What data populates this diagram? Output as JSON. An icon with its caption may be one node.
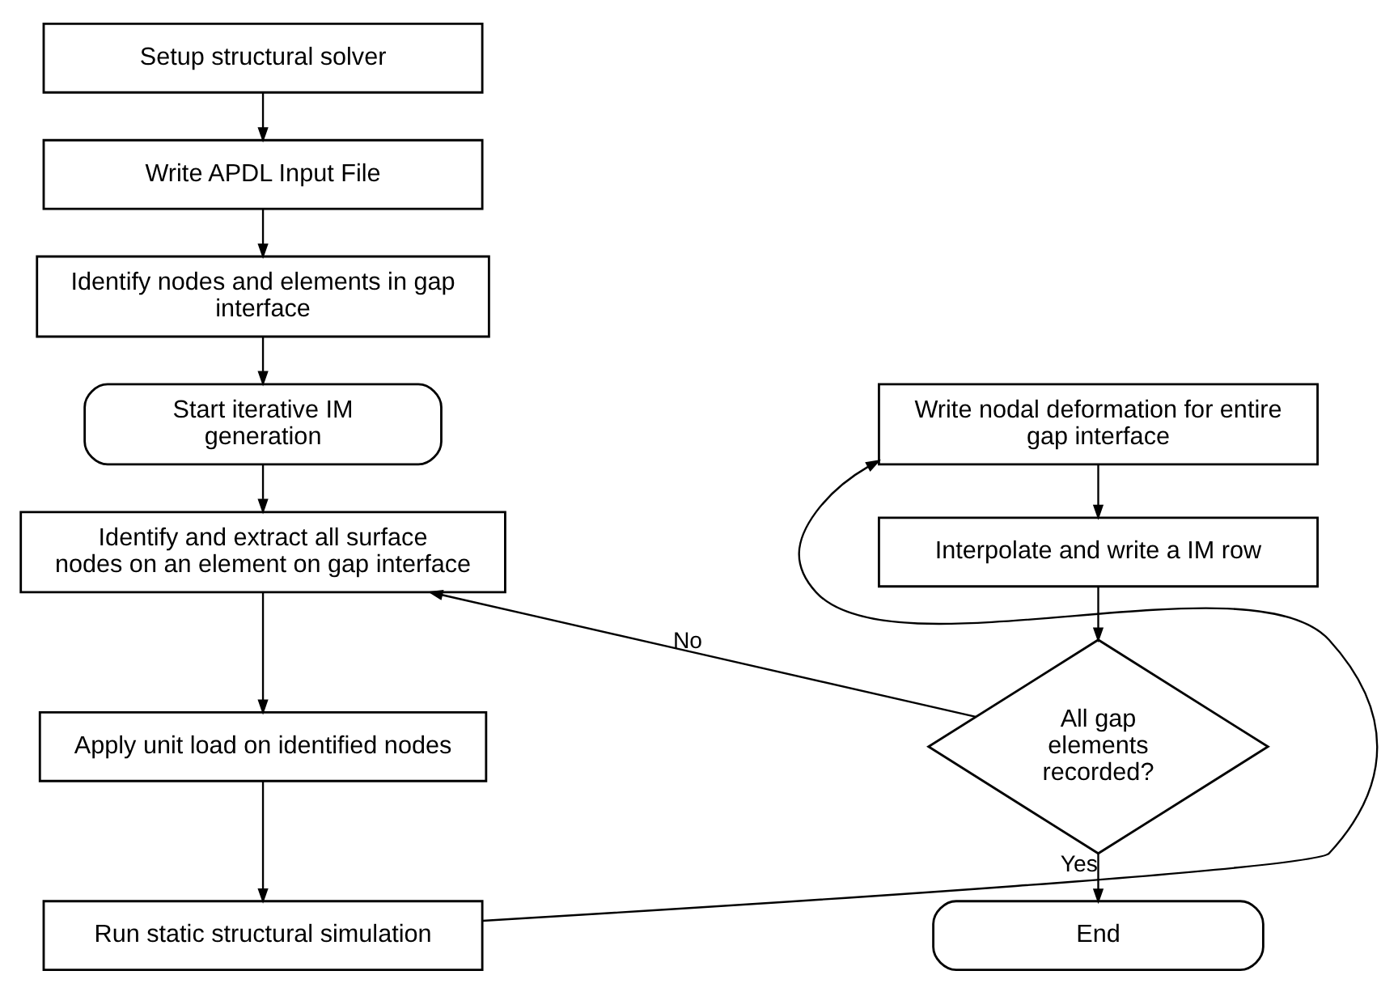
{
  "diagram": {
    "nodes": [
      {
        "text": [
          "Setup structural solver"
        ]
      },
      {
        "text": [
          "Write APDL Input File"
        ]
      },
      {
        "text": [
          "Identify nodes and elements in gap interface"
        ]
      },
      {
        "text": [
          "Start iterative IM generation"
        ]
      },
      {
        "text": [
          "Identify and extract all surface nodes on an element on gap interface"
        ]
      },
      {
        "text": [
          "Apply unit load on identified nodes"
        ]
      },
      {
        "text": [
          "Run static structural simulation"
        ]
      },
      {
        "text": [
          "Write nodal deformation for entire gap interface"
        ]
      },
      {
        "text": [
          "Interpolate and write a IM row"
        ]
      },
      {
        "text": [
          "All gap elements recorded?"
        ]
      },
      {
        "text": [
          "End"
        ]
      }
    ],
    "edges": [
      {
        "from": 0,
        "to": 1,
        "arrow": "to"
      },
      {
        "from": 1,
        "to": 2,
        "arrow": "to"
      },
      {
        "from": 2,
        "to": 3,
        "arrow": "to"
      },
      {
        "from": 3,
        "to": 4,
        "arrow": "to"
      },
      {
        "from": 4,
        "to": 5,
        "arrow": "to"
      },
      {
        "from": 5,
        "to": 6,
        "arrow": "to"
      },
      {
        "from": 6,
        "to": 7,
        "arrow": "to"
      },
      {
        "from": 7,
        "to": 8,
        "arrow": "to"
      },
      {
        "from": 8,
        "to": 9,
        "arrow": "to"
      },
      {
        "from": 9,
        "to": 10,
        "arrow": "to",
        "label": "Yes"
      },
      {
        "from": 9,
        "to": 4,
        "arrow": "to",
        "label": "No"
      }
    ]
  }
}
